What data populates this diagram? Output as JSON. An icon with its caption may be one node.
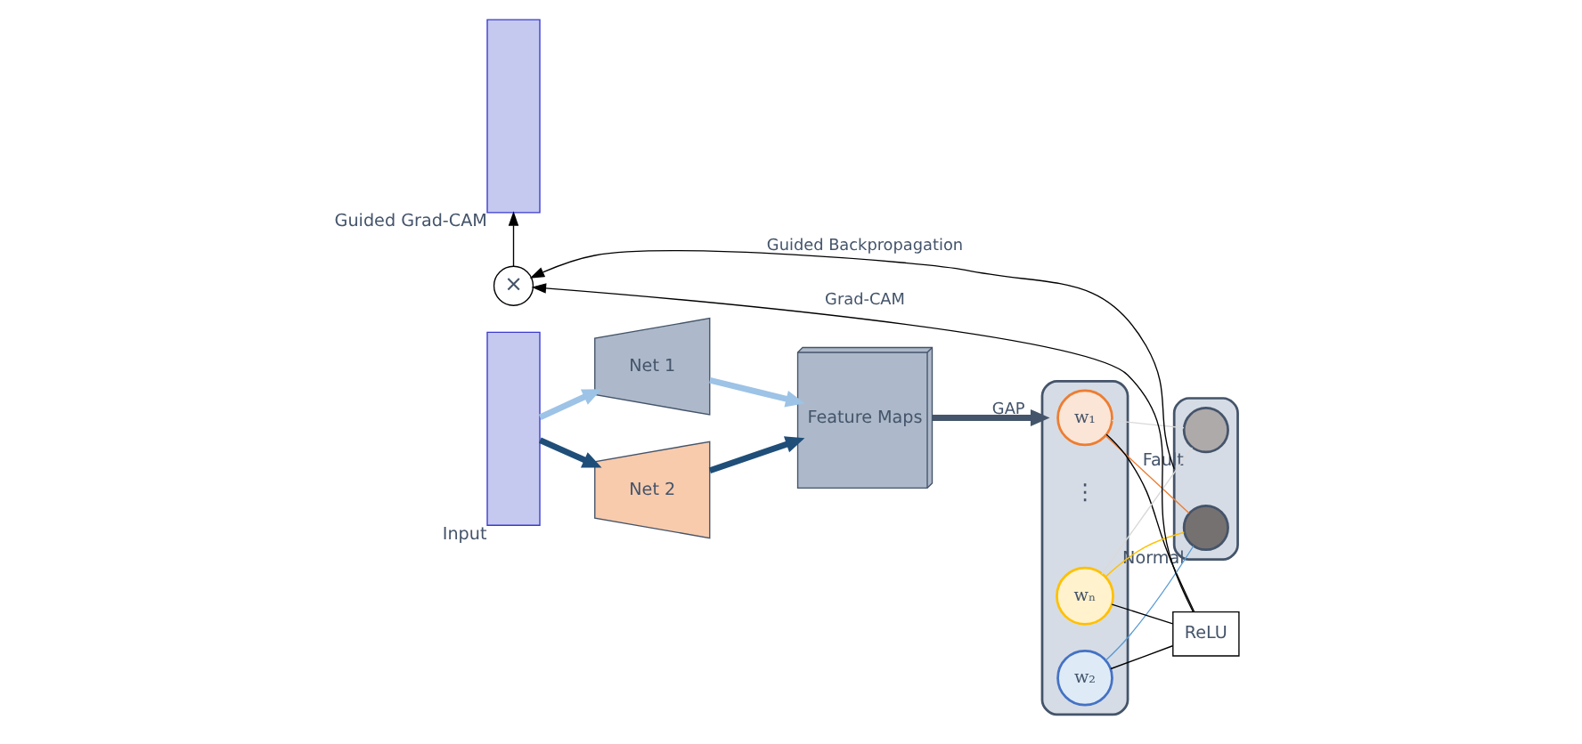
{
  "diagram": {
    "nodes": [
      {
        "text": [],
        "shape": "box",
        "beside": [
          "Guided Grad-CAM"
        ]
      },
      {
        "text": [
          "×"
        ]
      },
      {
        "text": [],
        "shape": "box",
        "beside": [
          "Input"
        ]
      },
      {
        "text": [
          "Net 1"
        ]
      },
      {
        "text": [
          "Net 2"
        ]
      },
      {
        "text": [
          "Feature Maps"
        ]
      },
      {
        "text": [],
        "shape": "box"
      },
      {
        "text": [
          "w₁"
        ],
        "in": 6
      },
      {
        "text": [
          "w₂"
        ],
        "in": 6
      },
      {
        "text": [
          "wₙ"
        ],
        "in": 6
      },
      {
        "text": [],
        "shape": "box"
      },
      {
        "text": [],
        "shape": "circle",
        "in": 10,
        "beside": [
          "Normal"
        ]
      },
      {
        "text": [],
        "shape": "circle",
        "in": 10,
        "beside": [
          "Fault"
        ]
      },
      {
        "text": [
          "ReLU"
        ]
      }
    ],
    "edges": [
      {
        "from": 2,
        "to": 3,
        "arrow": "to",
        "style": "thick",
        "color": "#9dc3e6"
      },
      {
        "from": 2,
        "to": 4,
        "arrow": "to",
        "style": "thick",
        "color": "#1f4e79"
      },
      {
        "from": 3,
        "to": 5,
        "arrow": "to",
        "style": "thick",
        "color": "#9dc3e6"
      },
      {
        "from": 4,
        "to": 5,
        "arrow": "to",
        "style": "thick",
        "color": "#1f4e79"
      },
      {
        "from": 5,
        "to": 6,
        "arrow": "to",
        "label": "GAP",
        "style": "thick",
        "color": "#44546a"
      },
      {
        "from": 7,
        "to": 11,
        "arrow": "none",
        "color": "#ed7d31"
      },
      {
        "from": 7,
        "to": 12,
        "arrow": "none",
        "color": "#d9d9d9"
      },
      {
        "from": 8,
        "to": 11,
        "arrow": "none",
        "color": "#5b9bd5"
      },
      {
        "from": 9,
        "to": 11,
        "arrow": "none",
        "color": "#ffc000"
      },
      {
        "from": 9,
        "to": 12,
        "arrow": "none",
        "color": "#d9d9d9"
      },
      {
        "from": 10,
        "to": 1,
        "arrow": "to",
        "label": "Guided Backpropagation"
      },
      {
        "from": 7,
        "to": 13,
        "arrow": "none"
      },
      {
        "from": 8,
        "to": 13,
        "arrow": "none"
      },
      {
        "from": 9,
        "to": 13,
        "arrow": "none"
      },
      {
        "from": 13,
        "to": 1,
        "arrow": "to",
        "label": "Grad-CAM"
      },
      {
        "from": 1,
        "to": 0,
        "arrow": "to"
      }
    ],
    "labels": [
      "⋮"
    ]
  }
}
